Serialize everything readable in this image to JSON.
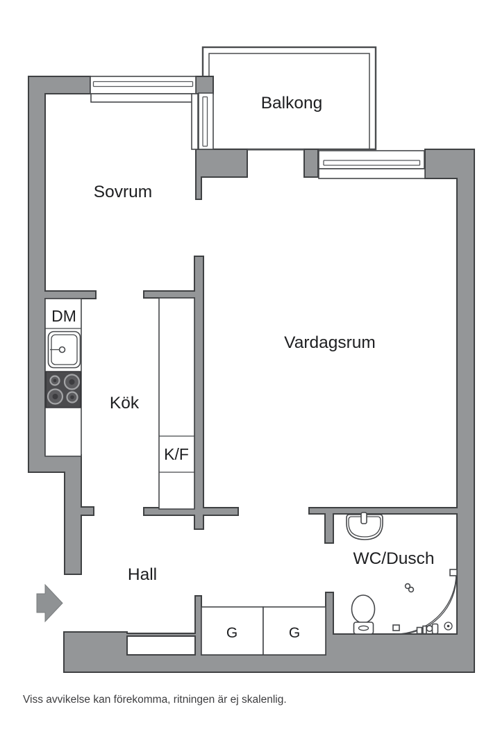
{
  "plan": {
    "rooms": {
      "balcony": "Balkong",
      "bedroom": "Sovrum",
      "living_room": "Vardagsrum",
      "kitchen": "Kök",
      "hall": "Hall",
      "bathroom": "WC/Dusch"
    },
    "labels": {
      "dishwasher": "DM",
      "fridge_freezer": "K/F",
      "wardrobe_left": "G",
      "wardrobe_right": "G"
    },
    "disclaimer": "Viss avvikelse kan förekomma, ritningen är ej skalenlig.",
    "colors": {
      "background": "#ffffff",
      "wall_fill": "#949698",
      "wall_outline": "#3f4143",
      "fixture_outline": "#45474a",
      "stove_fill": "#4b4b4e",
      "label_text": "#1d1e20",
      "disclaimer_text": "#3c3c3e"
    }
  }
}
